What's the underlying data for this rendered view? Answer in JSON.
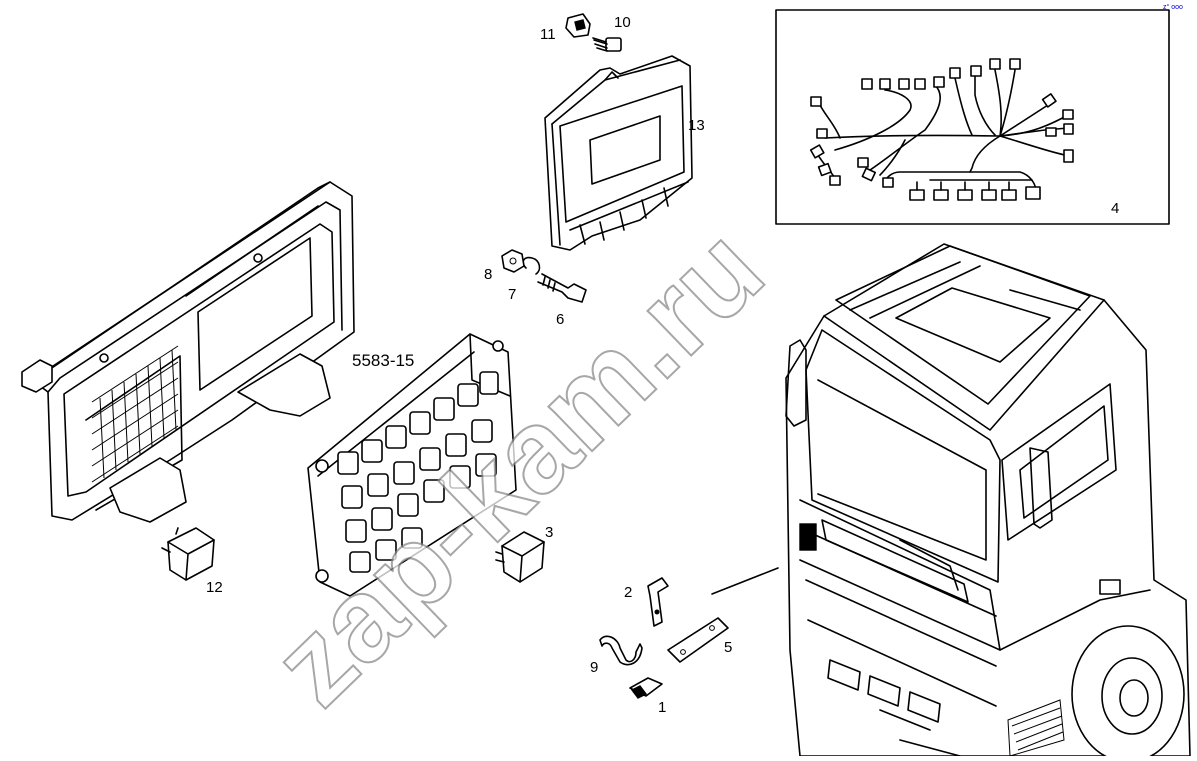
{
  "diagram": {
    "code": "5583-15",
    "watermark": "zap-kam.ru",
    "corner_mark": "z° ooo",
    "parts": [
      {
        "id": "1",
        "label": "1",
        "name": "small bracket"
      },
      {
        "id": "2",
        "label": "2",
        "name": "angle bracket"
      },
      {
        "id": "3",
        "label": "3",
        "name": "relay"
      },
      {
        "id": "4",
        "label": "4",
        "name": "wiring harness"
      },
      {
        "id": "5",
        "label": "5",
        "name": "flat plate"
      },
      {
        "id": "6",
        "label": "6",
        "name": "bolt"
      },
      {
        "id": "7",
        "label": "7",
        "name": "washer"
      },
      {
        "id": "8",
        "label": "8",
        "name": "nut"
      },
      {
        "id": "9",
        "label": "9",
        "name": "clip"
      },
      {
        "id": "10",
        "label": "10",
        "name": "screw"
      },
      {
        "id": "11",
        "label": "11",
        "name": "clip nut"
      },
      {
        "id": "12",
        "label": "12",
        "name": "relay"
      },
      {
        "id": "13",
        "label": "13",
        "name": "control unit"
      }
    ]
  }
}
